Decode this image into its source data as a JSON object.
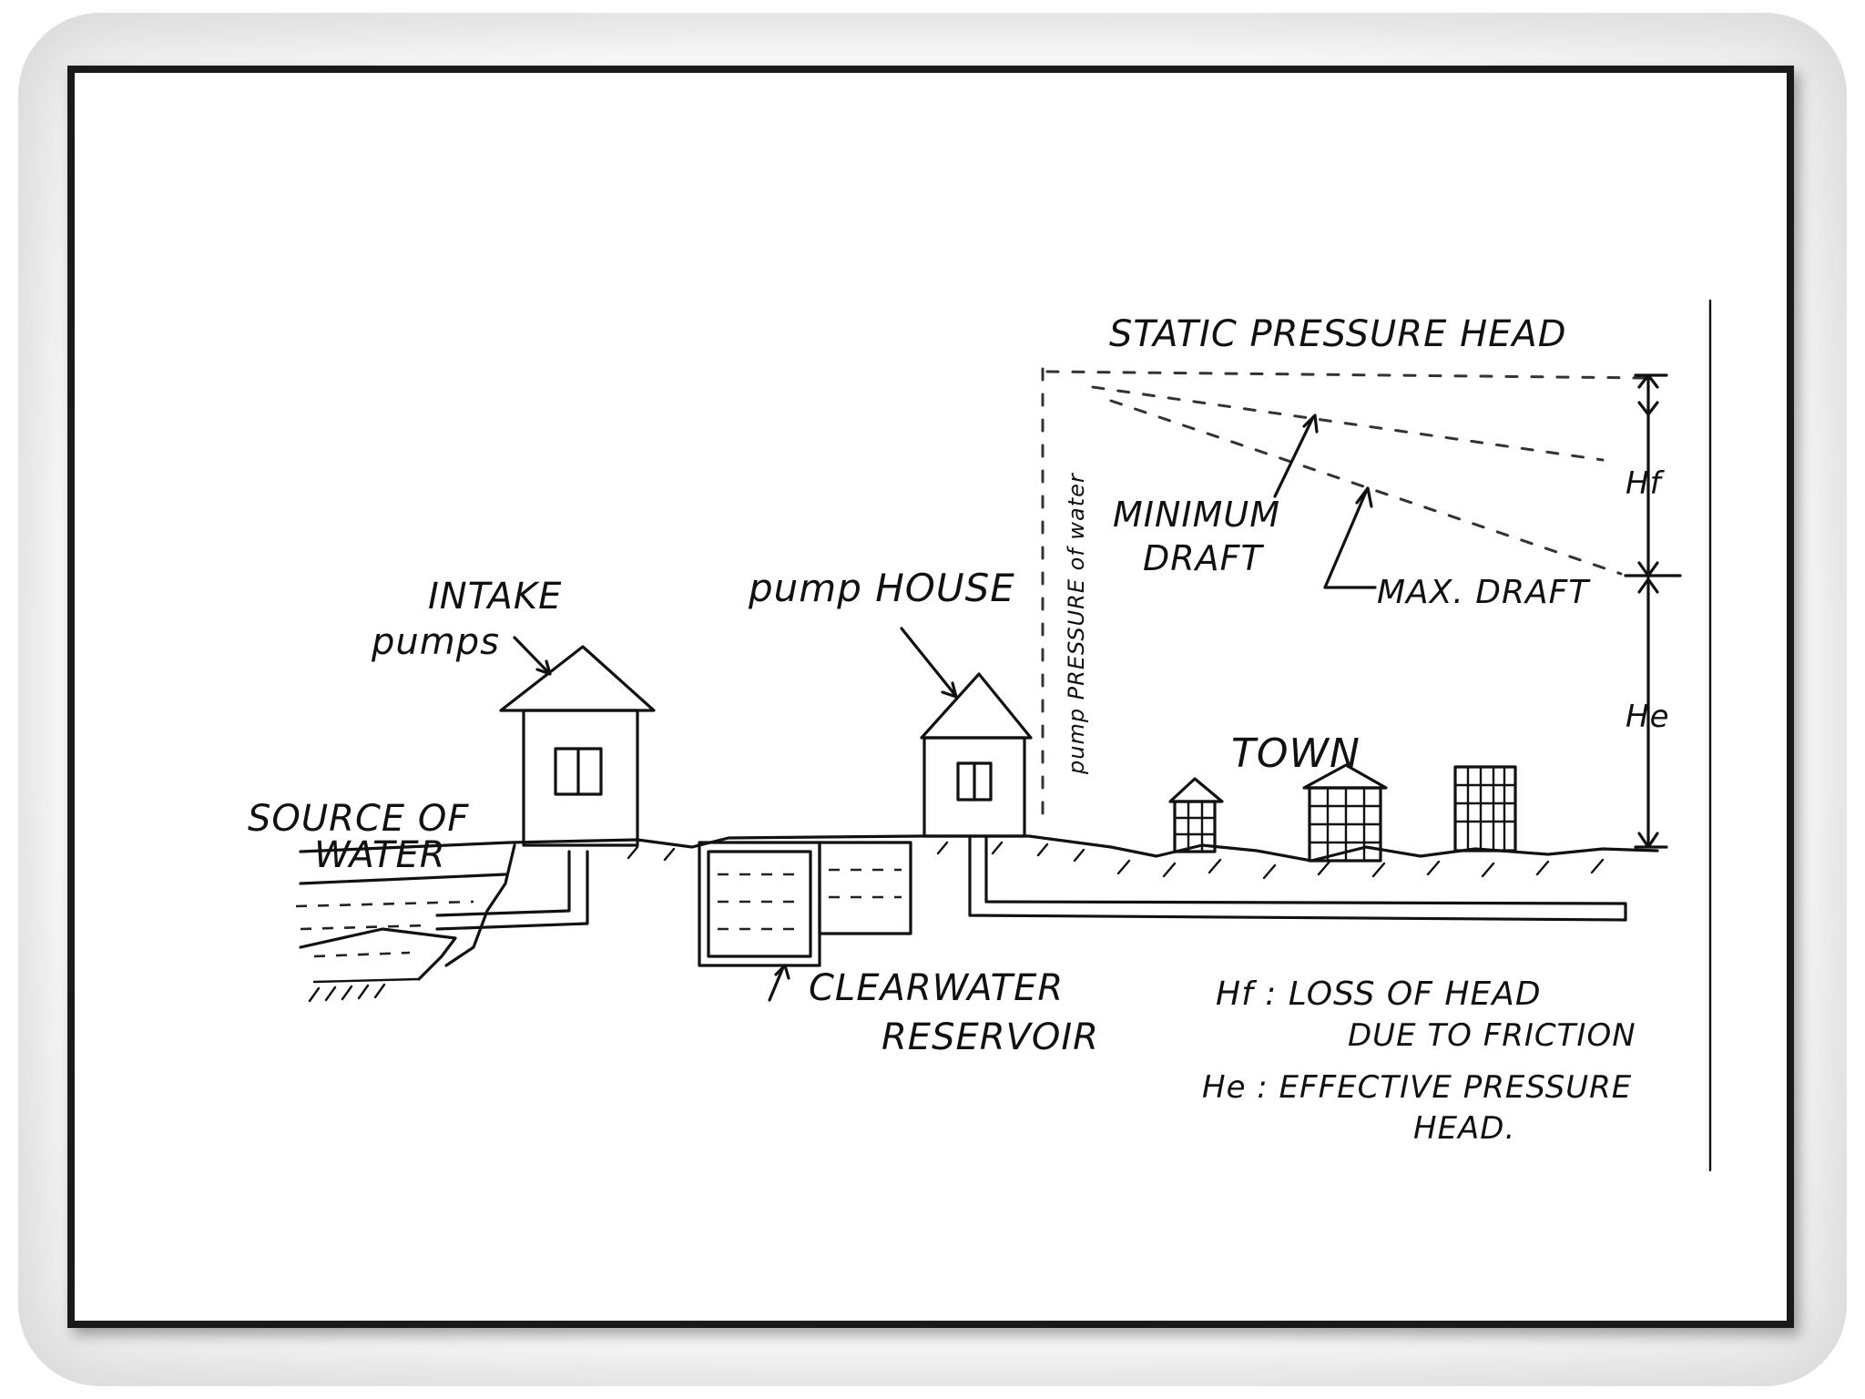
{
  "diagram": {
    "labels": {
      "static_head": "STATIC PRESSURE HEAD",
      "hf_tag": "Hf",
      "he_tag": "He",
      "minimum_draft": [
        "MINIMUM",
        "DRAFT"
      ],
      "max_draft": "MAX. DRAFT",
      "intake_pumps": [
        "INTAKE",
        "pumps"
      ],
      "pump_house": "pump HOUSE",
      "pump_pressure": "pump PRESSURE of water",
      "town": "TOWN",
      "source_of_water": [
        "SOURCE OF",
        "WATER"
      ],
      "clearwater_reservoir": [
        "CLEARWATER",
        "RESERVOIR"
      ],
      "hf_legend": [
        "Hf : LOSS OF HEAD",
        "DUE TO FRICTION"
      ],
      "he_legend": [
        "He : EFFECTIVE PRESSURE",
        "HEAD."
      ]
    }
  }
}
